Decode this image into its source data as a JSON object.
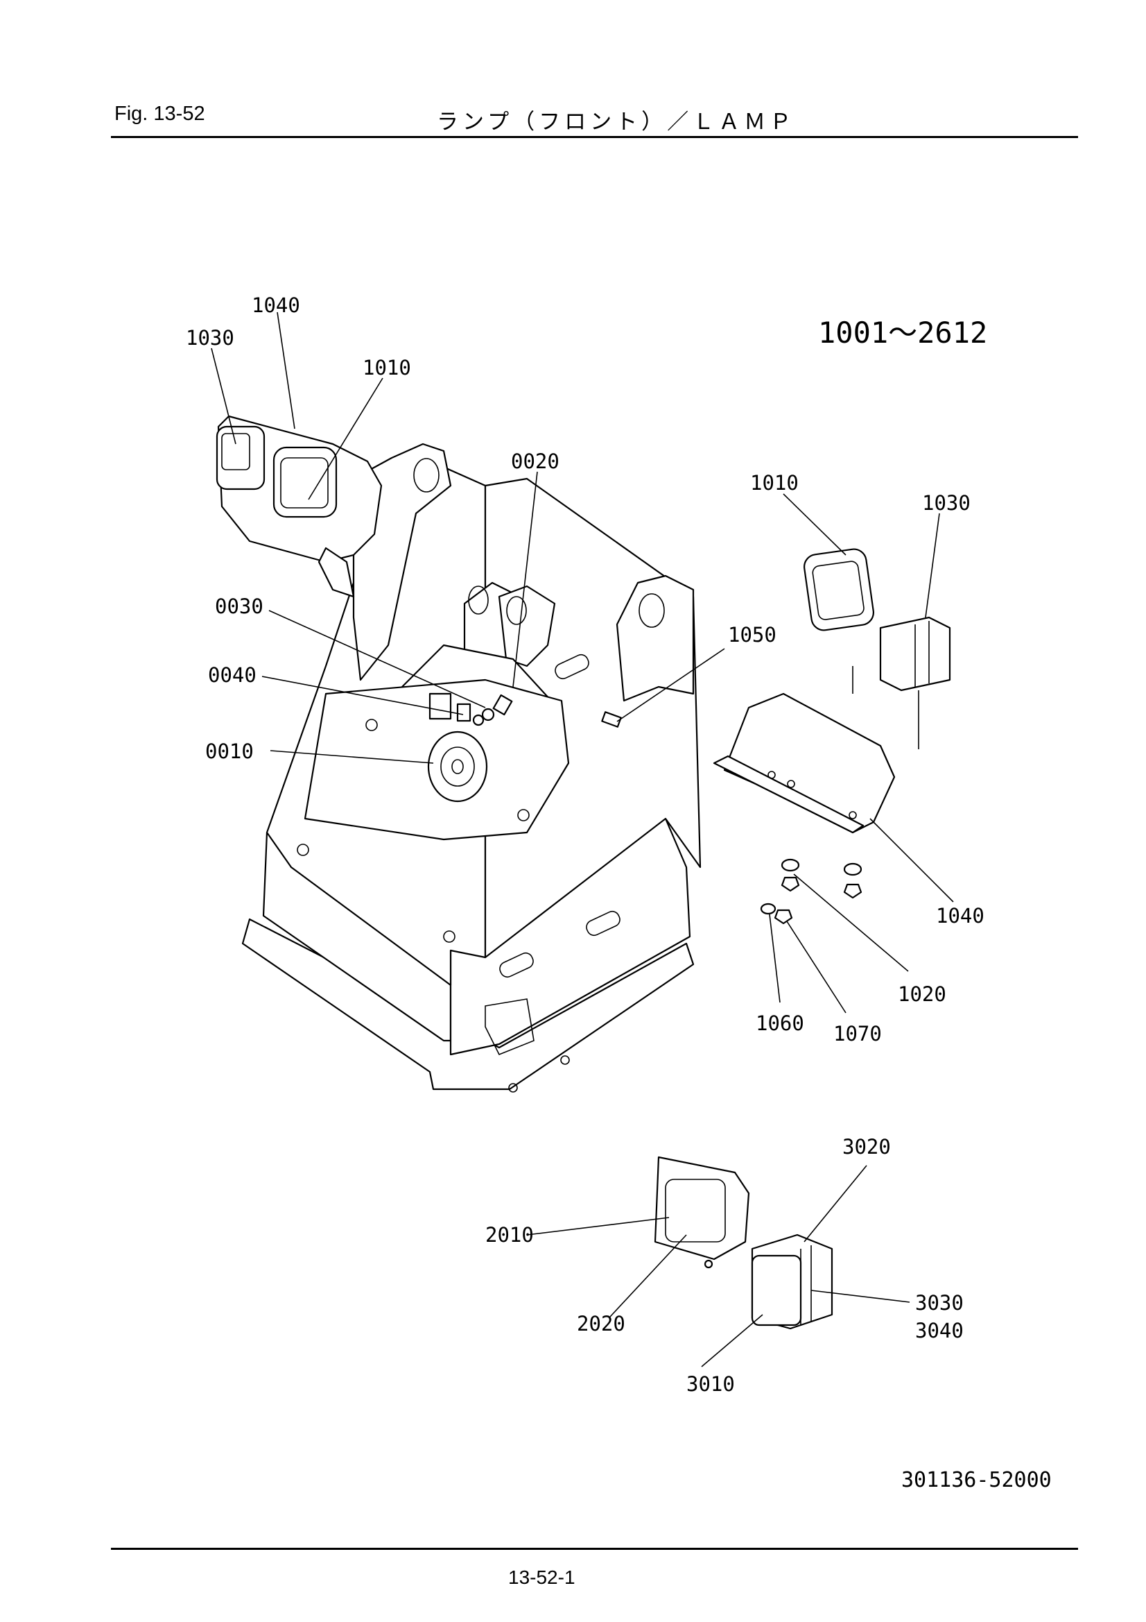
{
  "header": {
    "fig_label": "Fig.  13-52",
    "title": "ランプ（フロント）／ＬＡＭＰ"
  },
  "serial_range": "1001～2612",
  "callouts": {
    "c1030_a": "1030",
    "c1040_a": "1040",
    "c1010_a": "1010",
    "c0020": "0020",
    "c1010_b": "1010",
    "c1030_b": "1030",
    "c0030": "0030",
    "c1050": "1050",
    "c0040": "0040",
    "c0010": "0010",
    "c1040_b": "1040",
    "c1020": "1020",
    "c1060": "1060",
    "c1070": "1070",
    "c3020": "3020",
    "c2010": "2010",
    "c3030": "3030",
    "c3040": "3040",
    "c2020": "2020",
    "c3010": "3010"
  },
  "document_number": "301136-52000",
  "page_number": "13-52-1"
}
